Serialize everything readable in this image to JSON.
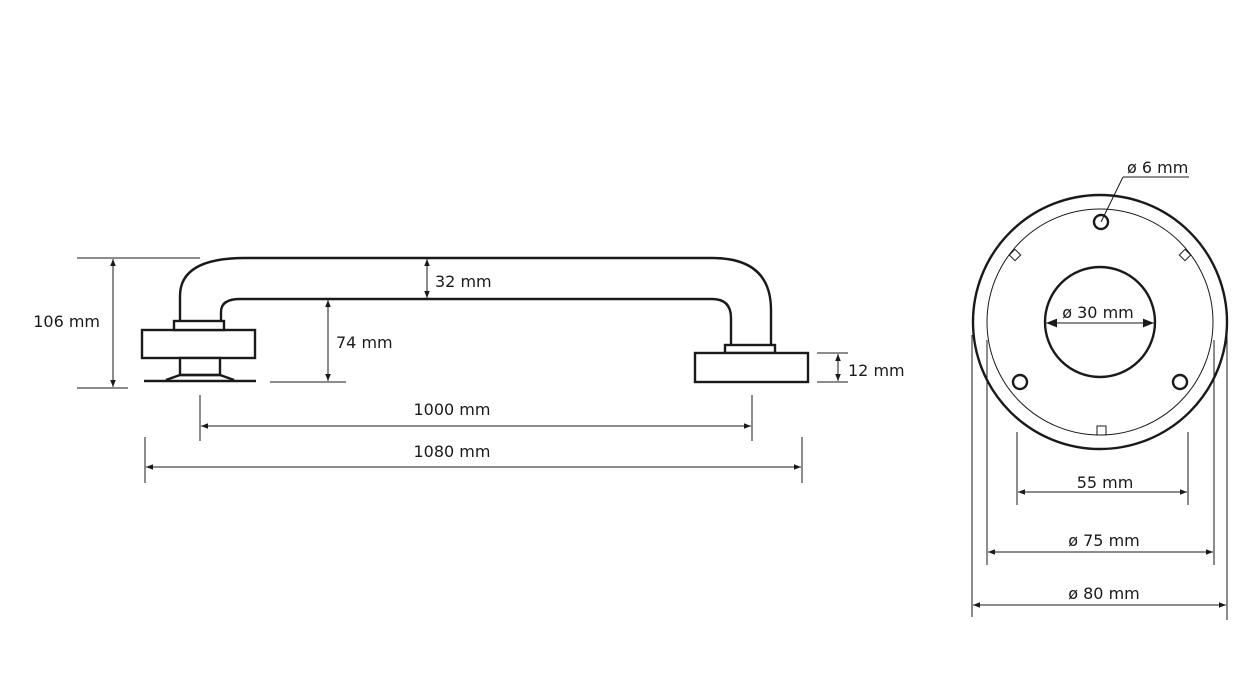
{
  "colors": {
    "line": "#1a1a1a",
    "background": "#ffffff"
  },
  "dimensions": {
    "height_total": "106 mm",
    "tube_diameter": "32 mm",
    "clearance": "74 mm",
    "plate_thickness": "12 mm",
    "center_distance": "1000 mm",
    "overall_length": "1080 mm",
    "screw_hole": "ø 6 mm",
    "tube_opening": "ø 30 mm",
    "hole_spacing": "55 mm",
    "inner_ring": "ø 75 mm",
    "outer_diameter": "ø 80 mm"
  }
}
